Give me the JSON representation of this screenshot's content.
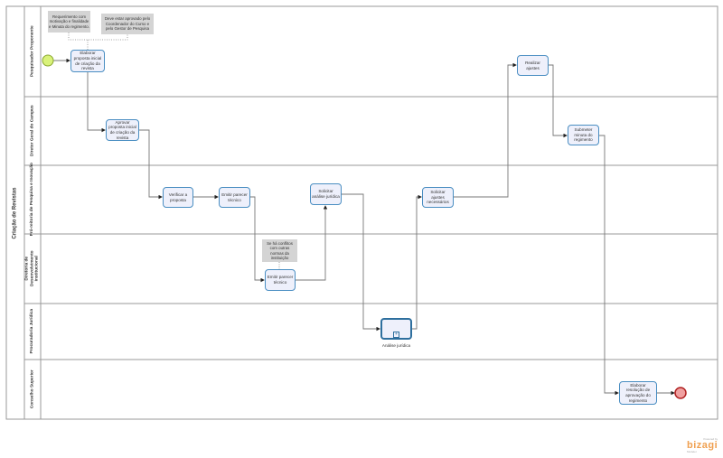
{
  "pool": {
    "title": "Criação de Revistas"
  },
  "lanes": [
    {
      "label": "Pesquisador Proponente"
    },
    {
      "label": "Diretor Geral do Campus"
    },
    {
      "label": "Pró-reitoria de Pesquisa e Inovação"
    },
    {
      "label": "Diretoria de Desenvolvimento Institucional"
    },
    {
      "label": "Procuradoria Jurídica"
    },
    {
      "label": "Conselho Superior"
    }
  ],
  "tasks": {
    "t1": "Elaborar proposta inicial de criação da revista",
    "t2": "Aprovar proposta inicial de criação da revista",
    "t3": "Verificar a proposta",
    "t4": "Emitir parecer técnico",
    "t5": "Solicitar análise jurídica",
    "t6": "Solicitar ajustes necessários",
    "t7": "Emitir parecer técnico",
    "t8": "Realizar ajustes",
    "t9": "Submeter minuta do regimento",
    "t10": "Elaborar resolução de aprovação do regimento"
  },
  "subprocess": {
    "label": "Análise jurídica"
  },
  "notes": {
    "n1": "Requerimento com motivação e finalidade e Minuta do regimento.",
    "n2": "Deve estar aprovado pelo Coordenador do Curso e pelo Gestor de Pesquisa",
    "n3": "Se há conflitos com outras normas da instituição"
  },
  "events": {
    "start_color": "#d9f27a",
    "end_color": "#f0a0a0"
  },
  "branding": {
    "powered": "Powered by",
    "name": "bizagi",
    "sub": "Modeler"
  }
}
